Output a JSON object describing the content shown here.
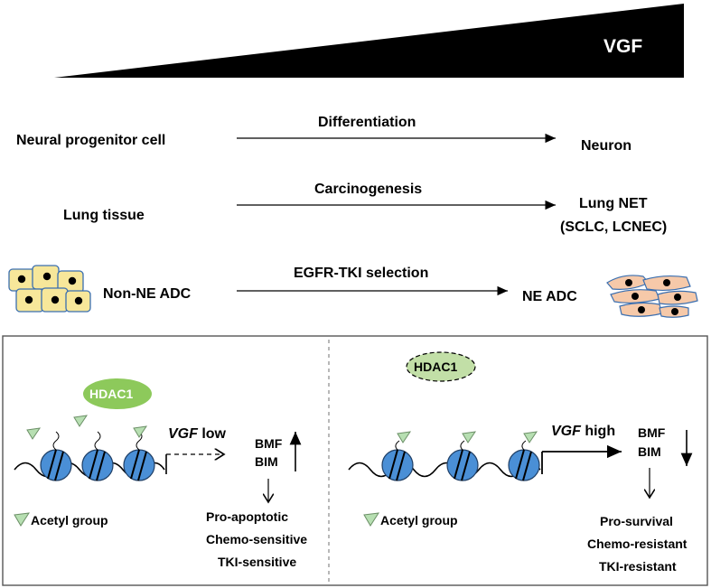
{
  "top": {
    "wedge_label": "VGF",
    "rows": [
      {
        "left": "Neural progenitor cell",
        "arrow_label": "Differentiation",
        "right": "Neuron",
        "right_sub": ""
      },
      {
        "left": "Lung tissue",
        "arrow_label": "Carcinogenesis",
        "right": "Lung NET",
        "right_sub": "(SCLC, LCNEC)"
      },
      {
        "left": "Non-NE ADC",
        "arrow_label": "EGFR-TKI selection",
        "right": "NE ADC",
        "right_sub": ""
      }
    ]
  },
  "panel_left": {
    "hdac": "HDAC1",
    "gene": "VGF",
    "gene_state": " low",
    "genes": [
      "BMF",
      "BIM"
    ],
    "legend": "Acetyl group",
    "outcomes": [
      "Pro-apoptotic",
      "Chemo-sensitive",
      "TKI-sensitive"
    ]
  },
  "panel_right": {
    "hdac": "HDAC1",
    "gene": "VGF",
    "gene_state": " high",
    "genes": [
      "BMF",
      "BIM"
    ],
    "legend": "Acetyl group",
    "outcomes": [
      "Pro-survival",
      "Chemo-resistant",
      "TKI-resistant"
    ]
  },
  "colors": {
    "wedge": "#000000",
    "hdac_fill": "#8dc95b",
    "hdac_fill_light": "#c2dfa7",
    "nucleosome": "#4a8fd6",
    "acetyl": "#b7dfb2",
    "ne_cell": "#f6c9a9",
    "non_ne_cell": "#f7e79a",
    "cell_edge": "#3b6fb0"
  }
}
